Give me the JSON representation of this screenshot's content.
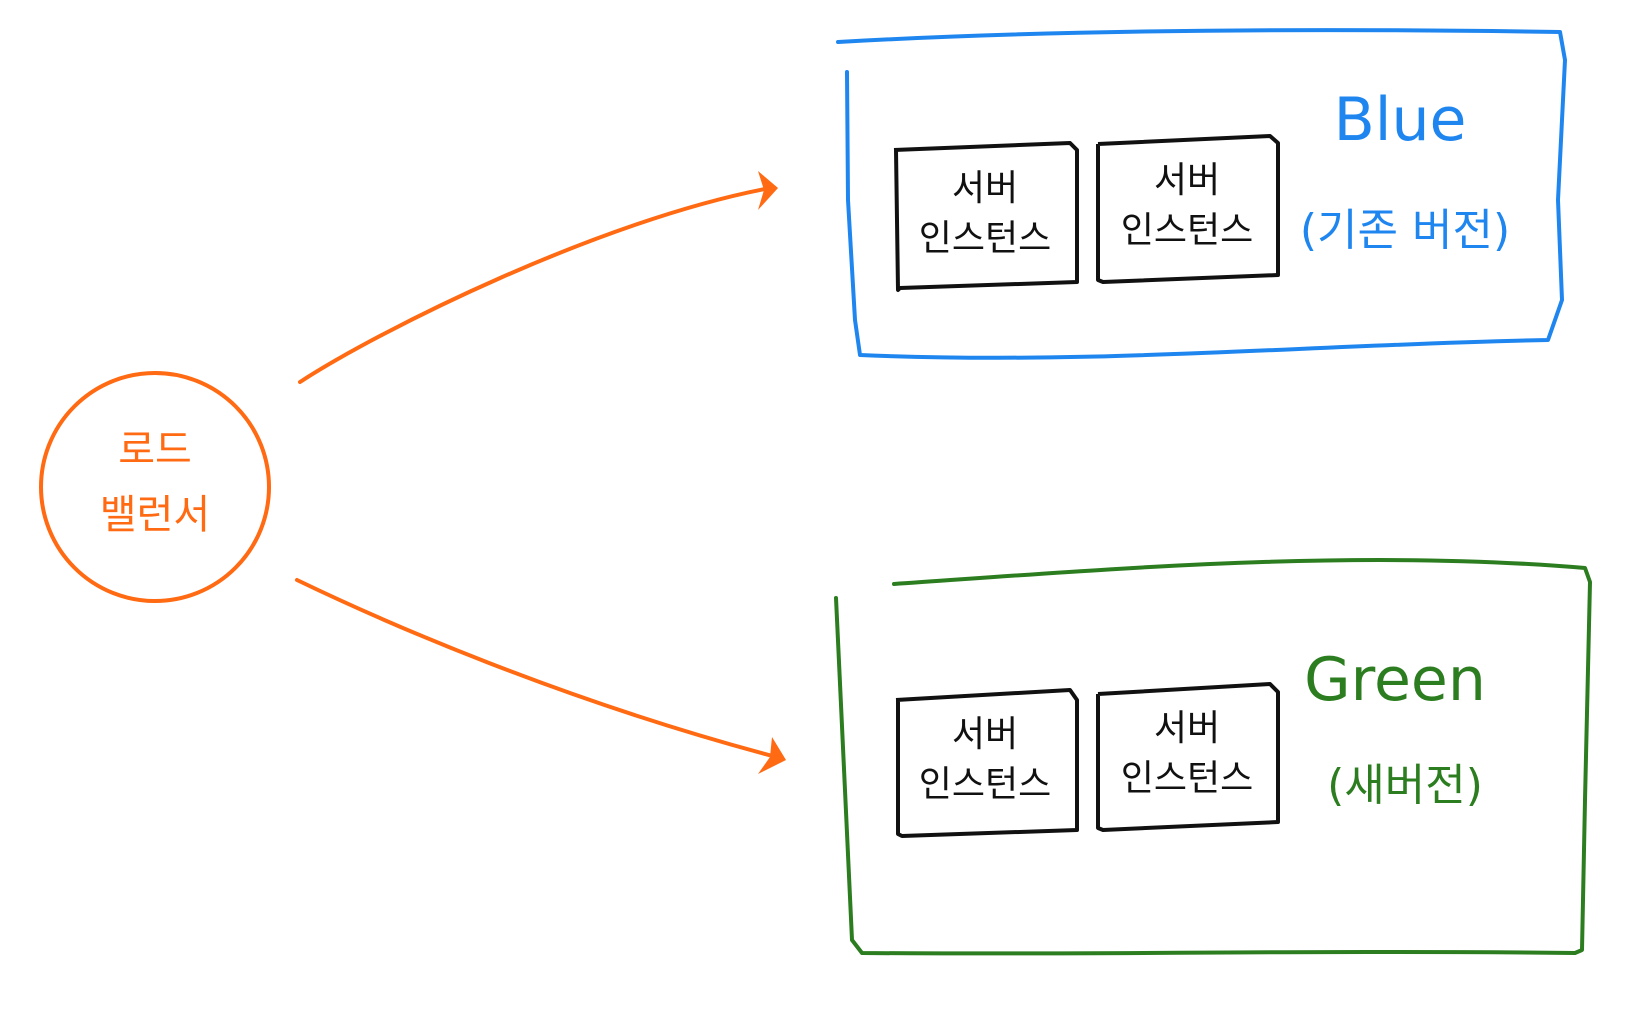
{
  "colors": {
    "load_balancer": "#ff6a13",
    "blue": "#1f86f0",
    "green": "#2c7d1f",
    "instance": "#111111",
    "background": "#ffffff"
  },
  "load_balancer": {
    "line1": "로드",
    "line2": "밸런서"
  },
  "environments": {
    "blue": {
      "name": "Blue",
      "version": "(기존 버전)",
      "instances": [
        {
          "line1": "서버",
          "line2": "인스턴스"
        },
        {
          "line1": "서버",
          "line2": "인스턴스"
        }
      ]
    },
    "green": {
      "name": "Green",
      "version": "(새버전)",
      "instances": [
        {
          "line1": "서버",
          "line2": "인스턴스"
        },
        {
          "line1": "서버",
          "line2": "인스턴스"
        }
      ]
    }
  }
}
